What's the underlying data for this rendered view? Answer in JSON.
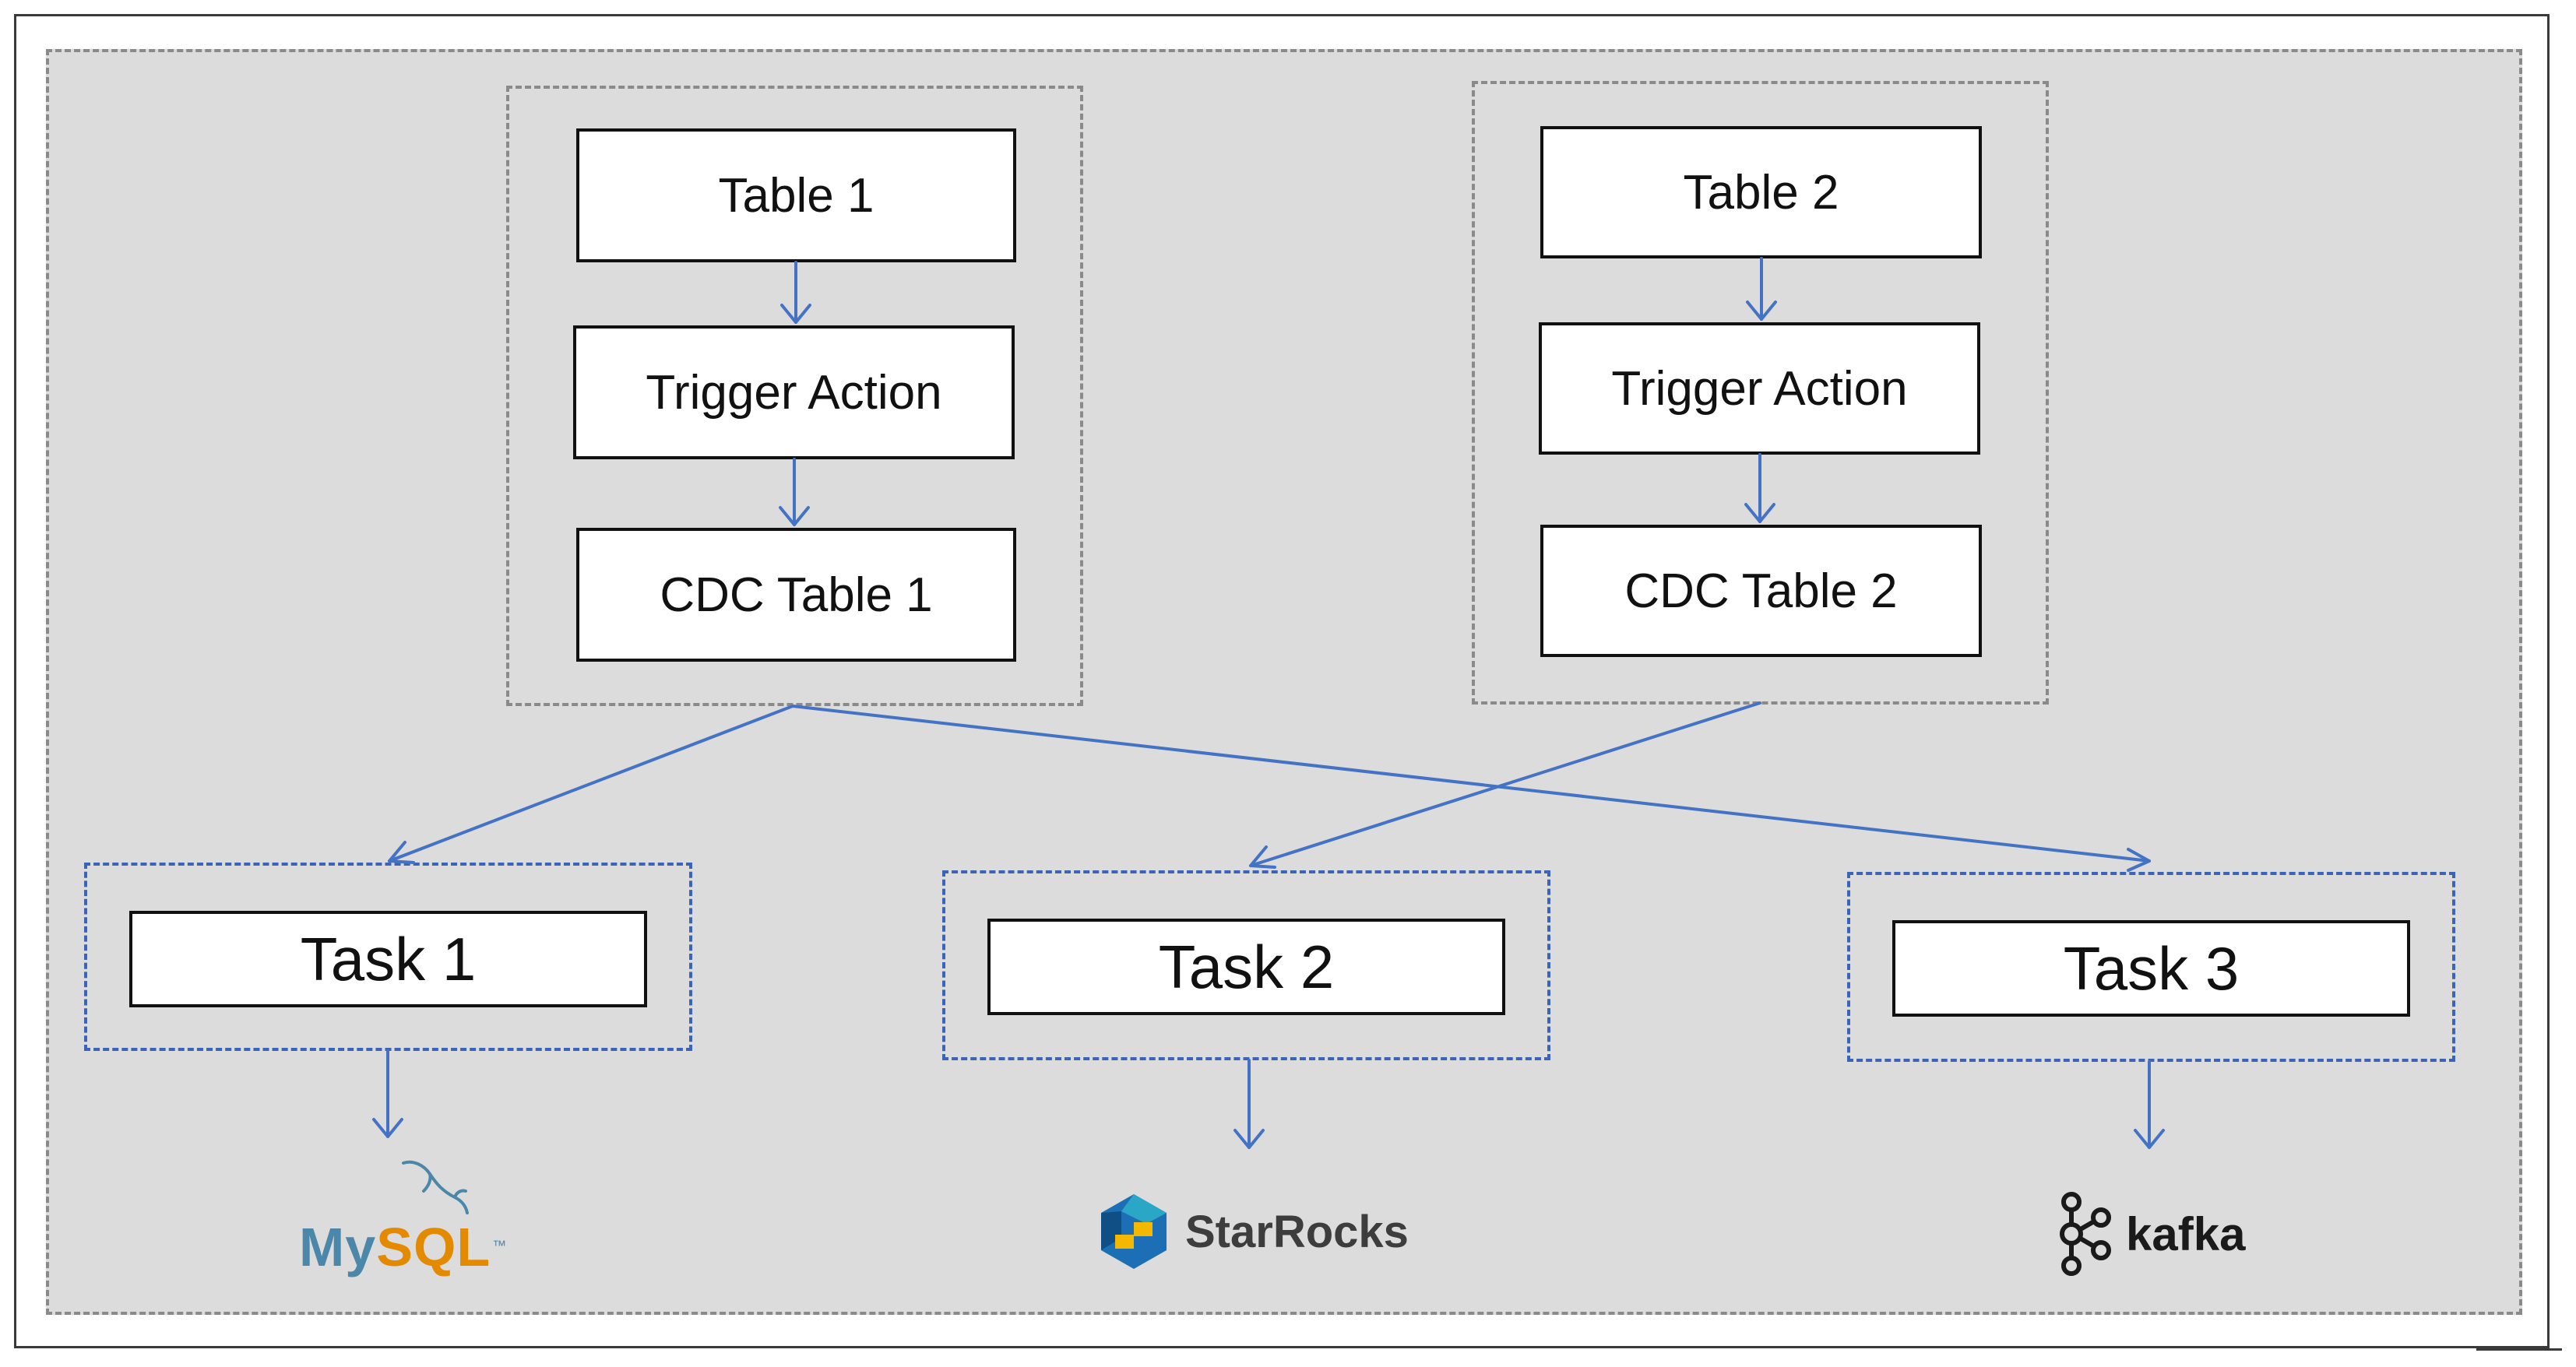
{
  "diagram": {
    "sources": [
      {
        "table": "Table 1",
        "trigger": "Trigger Action",
        "cdc": "CDC Table 1"
      },
      {
        "table": "Table 2",
        "trigger": "Trigger Action",
        "cdc": "CDC Table 2"
      }
    ],
    "tasks": [
      {
        "label": "Task 1"
      },
      {
        "label": "Task 2"
      },
      {
        "label": "Task 3"
      }
    ],
    "sinks": [
      {
        "name": "MySQL",
        "name_part1": "My",
        "name_part2": "SQL",
        "tm": "™"
      },
      {
        "name": "StarRocks"
      },
      {
        "name": "kafka"
      }
    ],
    "edges": [
      {
        "from": "Table 1",
        "to": "Trigger Action"
      },
      {
        "from": "Trigger Action",
        "to": "CDC Table 1"
      },
      {
        "from": "Table 2",
        "to": "Trigger Action"
      },
      {
        "from": "Trigger Action",
        "to": "CDC Table 2"
      },
      {
        "from": "CDC Table 1",
        "to": "Task 1"
      },
      {
        "from": "CDC Table 1",
        "to": "Task 3"
      },
      {
        "from": "CDC Table 2",
        "to": "Task 2"
      },
      {
        "from": "Task 1",
        "to": "MySQL"
      },
      {
        "from": "Task 2",
        "to": "StarRocks"
      },
      {
        "from": "Task 3",
        "to": "kafka"
      }
    ]
  },
  "colors": {
    "arrow": "#4472c4",
    "task_border": "#3b63b8",
    "group_border": "#8a8a8a",
    "canvas_fill": "#dcdcdc",
    "mysql_blue": "#4a87a8",
    "mysql_orange": "#e38a00",
    "starrocks_blue": "#1d6fb5",
    "starrocks_yellow": "#f5b800"
  }
}
